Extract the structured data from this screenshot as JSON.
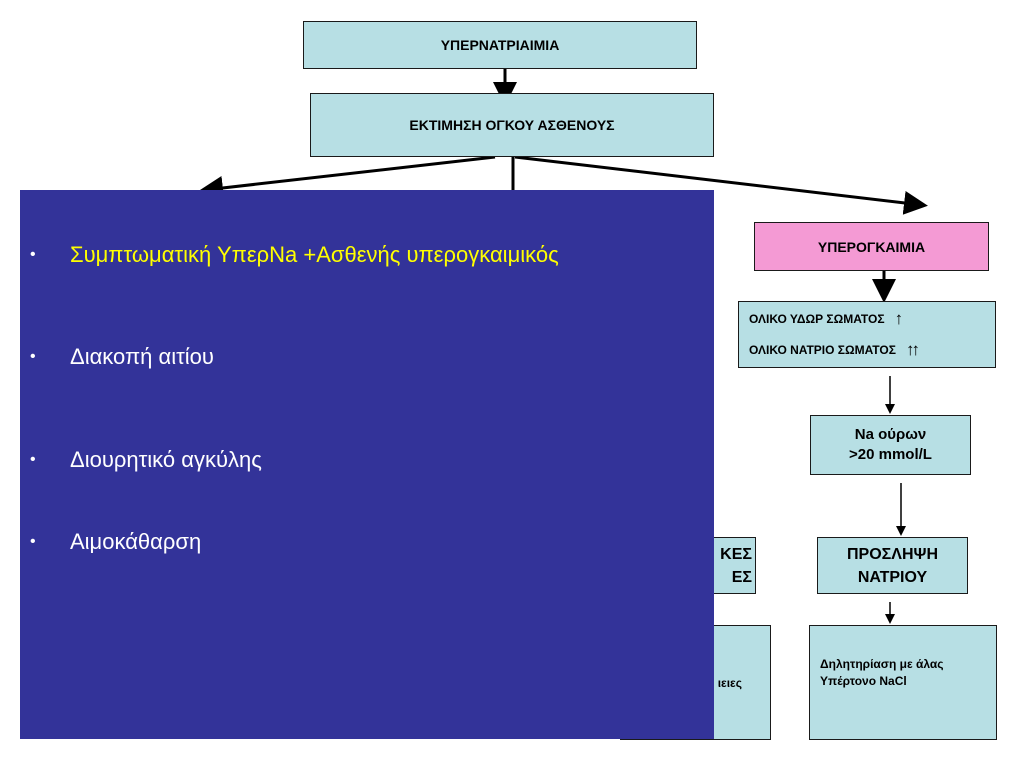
{
  "boxes": {
    "title": "ΥΠΕΡΝΑΤΡΙΑΙΜΙΑ",
    "assess": "ΕΚΤΙΜΗΣΗ ΟΓΚΟΥ ΑΣΘΕΝΟΥΣ",
    "hypervolemia": "ΥΠΕΡΟΓΚΑΙΜΙΑ",
    "total_water": "ΟΛΙΚΟ ΥΔΩΡ ΣΩΜΑΤΟΣ",
    "total_water_arrow": "↑",
    "total_sodium": "ΟΛΙΚΟ ΝΑΤΡΙΟ ΣΩΜΑΤΟΣ",
    "total_sodium_arrow": "↑↑",
    "urine_na_line1": "Na ούρων",
    "urine_na_line2": ">20 mmol/L",
    "intake_line1": "ΠΡΟΣΛΗΨΗ",
    "intake_line2": "ΝΑΤΡΙΟΥ",
    "poison_line1": "Δηλητηρίαση με άλας",
    "poison_line2": "Υπέρτονο NaCl",
    "mid_top_line1": "ΚΕΣ",
    "mid_top_line2": "ΕΣ",
    "mid_bottom": "ιειες"
  },
  "colors": {
    "cyan_box": "#b7dfe4",
    "pink_box": "#f49ad4",
    "overlay": "#333399",
    "highlight_text": "#ffff00"
  },
  "overlay": {
    "bullets": [
      {
        "bullet": "•",
        "text": "Συμπτωματική ΥπερΝa +Ασθενής υπερογκαιμικός",
        "highlight": true
      },
      {
        "bullet": "•",
        "text": "Διακοπή αιτίου",
        "highlight": false
      },
      {
        "bullet": "•",
        "text": "Διουρητικό αγκύλης",
        "highlight": false
      },
      {
        "bullet": "•",
        "text": "Αιμοκάθαρση",
        "highlight": false
      }
    ]
  }
}
